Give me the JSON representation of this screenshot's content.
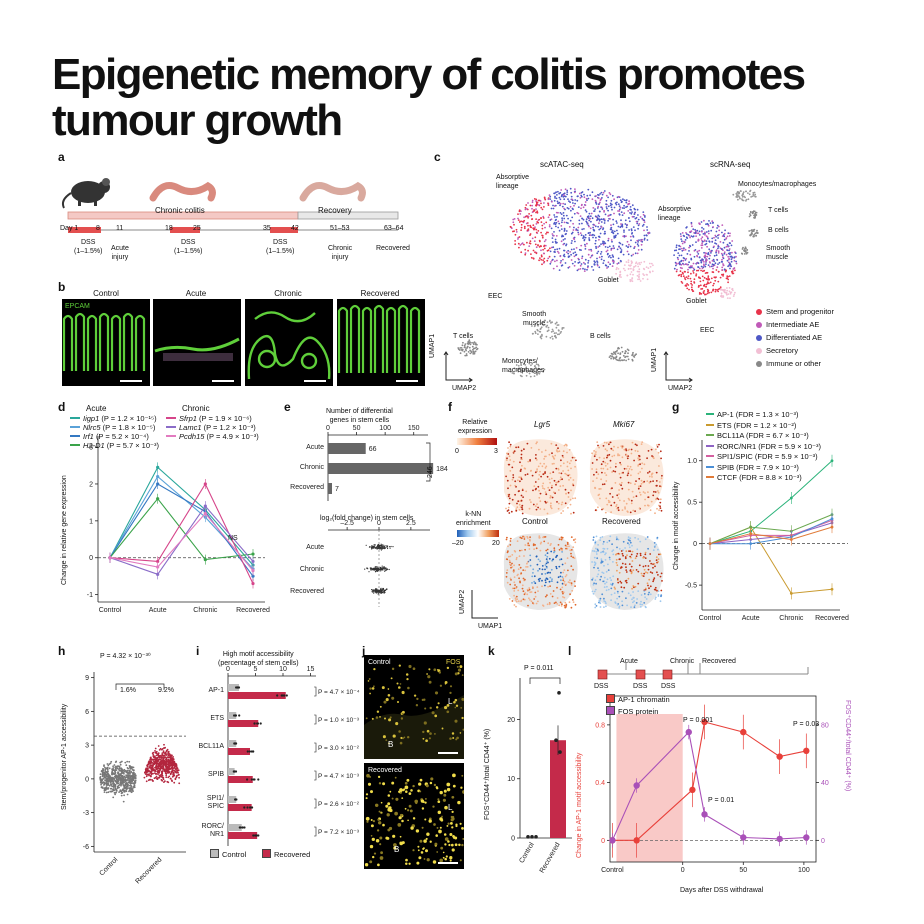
{
  "title": "Epigenetic memory of colitis promotes tumour growth",
  "panels": {
    "a": {
      "label": "a",
      "phases": [
        "Chronic colitis",
        "Recovery"
      ],
      "timeline": [
        {
          "day": "Day 1"
        },
        {
          "day": "8"
        },
        {
          "day": "11"
        },
        {
          "day": "18"
        },
        {
          "day": "25"
        },
        {
          "day": "35"
        },
        {
          "day": "42"
        },
        {
          "day": "51–53"
        },
        {
          "day": "63–64"
        }
      ],
      "events": [
        {
          "text": "DSS\n(1–1.5%)"
        },
        {
          "text": "Acute\ninjury"
        },
        {
          "text": "DSS\n(1–1.5%)"
        },
        {
          "text": "DSS\n(1–1.5%)"
        },
        {
          "text": "Chronic\ninjury"
        },
        {
          "text": "Recovered"
        }
      ]
    },
    "b": {
      "label": "b",
      "stain": "EPCAM",
      "conditions": [
        "Control",
        "Acute",
        "Chronic",
        "Recovered"
      ]
    },
    "c": {
      "label": "c",
      "left_title": "scATAC-seq",
      "right_title": "scRNA-seq",
      "left_labels": [
        "Absorptive\nlineage",
        "Goblet",
        "EEC",
        "Smooth\nmuscle",
        "T cells",
        "B cells",
        "Monocytes/\nmacrophages"
      ],
      "right_labels": [
        "Monocytes/macrophages",
        "T cells",
        "B cells",
        "Smooth\nmuscle",
        "Absorptive\nlineage",
        "Goblet",
        "EEC"
      ],
      "axis_y": "UMAP1",
      "axis_x": "UMAP2",
      "legend": [
        {
          "name": "Stem and progenitor",
          "color": "#e8334a"
        },
        {
          "name": "Intermediate AE",
          "color": "#c05ab8"
        },
        {
          "name": "Differentiated AE",
          "color": "#4e58c6"
        },
        {
          "name": "Secretory",
          "color": "#f2bfd4"
        },
        {
          "name": "Immune or other",
          "color": "#888888"
        }
      ]
    },
    "d": {
      "label": "d",
      "acute_header": "Acute",
      "chronic_header": "Chronic",
      "ns": "NS",
      "genes": [
        {
          "name": "Iigp1",
          "p": "(P = 1.2 × 10⁻¹⁵)",
          "color": "#2aa79b"
        },
        {
          "name": "Nlrc5",
          "p": "(P = 1.8 × 10⁻⁵)",
          "color": "#5aa2d8"
        },
        {
          "name": "Irf1",
          "p": "(P = 5.2 × 10⁻⁴)",
          "color": "#3478c2"
        },
        {
          "name": "H2-D1",
          "p": "(P = 5.7 × 10⁻³)",
          "color": "#3aa34a"
        },
        {
          "name": "Sfrp1",
          "p": "(P = 1.9 × 10⁻⁶)",
          "color": "#d6458a"
        },
        {
          "name": "Lamc1",
          "p": "(P = 1.2 × 10⁻³)",
          "color": "#8a6cc8"
        },
        {
          "name": "Pcdh15",
          "p": "(P = 4.9 × 10⁻³)",
          "color": "#e27bc0"
        }
      ]
    },
    "e": {
      "label": "e",
      "top_title": "Number of differential\ngenes in stem cells",
      "bottom_title": "log₂(fold change) in stem cells",
      "total": "246",
      "bottom_ticks": [
        "–2.5",
        "0",
        "2.5"
      ]
    },
    "f": {
      "label": "f",
      "expr_title": "Relative\nexpression",
      "expr_min": "0",
      "expr_max": "3",
      "gene1": "Lgr5",
      "gene2": "Mki67",
      "knn_title": "k-NN\nenrichment",
      "knn_min": "–20",
      "knn_max": "20",
      "cond1": "Control",
      "cond2": "Recovered",
      "axis_y": "UMAP2",
      "axis_x": "UMAP1"
    },
    "g": {
      "label": "g",
      "motifs": [
        {
          "name": "AP-1 (FDR = 1.3 × 10⁻³)",
          "color": "#2bb37a"
        },
        {
          "name": "ETS (FDR = 1.2 × 10⁻²)",
          "color": "#c99a2e"
        },
        {
          "name": "BCL11A (FDR = 6.7 × 10⁻³)",
          "color": "#6aa84f"
        },
        {
          "name": "RORC/NR1 (FDR = 5.9 × 10⁻³)",
          "color": "#8e63c4"
        },
        {
          "name": "SPI1/SPIC (FDR = 5.9 × 10⁻³)",
          "color": "#d45fa0"
        },
        {
          "name": "SPIB (FDR = 7.9 × 10⁻³)",
          "color": "#4b8fd6"
        },
        {
          "name": "CTCF (FDR = 8.8 × 10⁻³)",
          "color": "#e07b39"
        }
      ]
    },
    "h": {
      "label": "h",
      "pval": "P = 4.32 × 10⁻³⁰",
      "pct1": "1.6%",
      "pct2": "9.2%"
    },
    "i": {
      "label": "i",
      "title": "High motif accessibility\n(percentage of stem cells)",
      "rows": [
        {
          "name": "AP-1",
          "p": "P = 4.7 × 10⁻⁴"
        },
        {
          "name": "ETS",
          "p": "P = 1.0 × 10⁻³"
        },
        {
          "name": "BCL11A",
          "p": "P = 3.0 × 10⁻²"
        },
        {
          "name": "SPIB",
          "p": "P = 4.7 × 10⁻³"
        },
        {
          "name": "SPI1/\nSPIC",
          "p": "P = 2.6 × 10⁻²"
        },
        {
          "name": "RORC/\nNR1",
          "p": "P = 7.2 × 10⁻³"
        }
      ],
      "legend_control": "Control",
      "legend_recovered": "Recovered"
    },
    "j": {
      "label": "j",
      "stain": "FOS",
      "top": "Control",
      "bottom": "Recovered",
      "marks_top": [
        "L",
        "B"
      ],
      "marks_bottom": [
        "L",
        "B"
      ]
    },
    "k": {
      "label": "k",
      "pval": "P = 0.011",
      "ylabel": "FOS⁺CD44⁺/total CD44⁺ (%)"
    },
    "l": {
      "label": "l",
      "schedule": [
        "Acute",
        "Chronic",
        "Recovered"
      ],
      "dss": [
        "DSS",
        "DSS",
        "DSS"
      ],
      "legend": [
        "AP-1 chromatin",
        "FOS protein"
      ],
      "pvals": [
        "P = 0.001",
        "P = 0.03",
        "P = 0.01"
      ],
      "ylabel_left": "Change in AP-1 motif accessibility",
      "ylabel_right": "FOS⁺CD44⁺/total CD44⁺ (%)",
      "xlabel": "Days after DSS withdrawal"
    }
  },
  "chart_data": [
    {
      "id": "d",
      "type": "line",
      "categories": [
        "Control",
        "Acute",
        "Chronic",
        "Recovered"
      ],
      "ylabel": "Change in relative gene expression",
      "ylim": [
        -1.2,
        3.3
      ],
      "yticks": [
        -1,
        0,
        1,
        2,
        3
      ],
      "series": [
        {
          "name": "Iigp1",
          "color": "#2aa79b",
          "values": [
            0,
            2.45,
            1.3,
            -0.2
          ]
        },
        {
          "name": "Nlrc5",
          "color": "#5aa2d8",
          "values": [
            0,
            2.2,
            1.1,
            -0.3
          ]
        },
        {
          "name": "Irf1",
          "color": "#3478c2",
          "values": [
            0,
            2.0,
            1.25,
            -0.5
          ]
        },
        {
          "name": "H2-D1",
          "color": "#3aa34a",
          "values": [
            0,
            1.6,
            -0.05,
            0.1
          ]
        },
        {
          "name": "Sfrp1",
          "color": "#d6458a",
          "values": [
            0,
            -0.1,
            2.0,
            -0.7
          ]
        },
        {
          "name": "Lamc1",
          "color": "#8a6cc8",
          "values": [
            0,
            -0.45,
            1.4,
            -0.1
          ]
        },
        {
          "name": "Pcdh15",
          "color": "#e27bc0",
          "values": [
            0,
            -0.25,
            1.2,
            -0.35
          ]
        }
      ]
    },
    {
      "id": "e",
      "type": "bar",
      "title": "Number of differential\ngenes in stem cells",
      "categories": [
        "Acute",
        "Chronic",
        "Recovered"
      ],
      "values": [
        66,
        184,
        7
      ],
      "xlim": [
        0,
        175
      ],
      "xticks": [
        0,
        50,
        100,
        150
      ]
    },
    {
      "id": "g",
      "type": "line",
      "categories": [
        "Control",
        "Acute",
        "Chronic",
        "Recovered"
      ],
      "ylabel": "Change in motif accessibility",
      "ylim": [
        -0.8,
        1.25
      ],
      "yticks": [
        -0.5,
        0,
        0.5,
        1.0
      ],
      "series": [
        {
          "name": "AP-1",
          "color": "#2bb37a",
          "values": [
            0,
            0.15,
            0.55,
            1.0
          ]
        },
        {
          "name": "ETS",
          "color": "#c99a2e",
          "values": [
            0,
            0.2,
            -0.6,
            -0.55
          ]
        },
        {
          "name": "BCL11A",
          "color": "#6aa84f",
          "values": [
            0,
            0.2,
            0.15,
            0.35
          ]
        },
        {
          "name": "RORC/NR1",
          "color": "#8e63c4",
          "values": [
            0,
            0.05,
            0.1,
            0.25
          ]
        },
        {
          "name": "SPI1/SPIC",
          "color": "#d45fa0",
          "values": [
            0,
            0.1,
            0.1,
            0.28
          ]
        },
        {
          "name": "SPIB",
          "color": "#4b8fd6",
          "values": [
            0,
            0.0,
            0.08,
            0.3
          ]
        },
        {
          "name": "CTCF",
          "color": "#e07b39",
          "values": [
            0,
            0.12,
            0.05,
            0.2
          ]
        }
      ]
    },
    {
      "id": "h",
      "type": "scatter",
      "categories": [
        "Control",
        "Recovered"
      ],
      "ylabel": "Stem/progenitor AP-1 accessibility",
      "ylim": [
        -6.5,
        9.5
      ],
      "yticks": [
        -6,
        -3,
        0,
        3,
        6,
        9
      ]
    },
    {
      "id": "i",
      "type": "bar",
      "categories": [
        "AP-1",
        "ETS",
        "BCL11A",
        "SPIB",
        "SPI1/SPIC",
        "RORC/NR1"
      ],
      "series": [
        {
          "name": "Control",
          "values": [
            2,
            1.5,
            1.5,
            1.2,
            1.5,
            2.5
          ]
        },
        {
          "name": "Recovered",
          "values": [
            10.5,
            5.5,
            4.0,
            4.5,
            4.3,
            5.3
          ]
        }
      ],
      "xlim": [
        0,
        16
      ],
      "xticks": [
        0,
        5,
        10,
        15
      ]
    },
    {
      "id": "k",
      "type": "bar",
      "categories": [
        "Control",
        "Recovered"
      ],
      "values": [
        0.3,
        16.5
      ],
      "ylim": [
        0,
        27
      ],
      "yticks": [
        0,
        10,
        20
      ]
    },
    {
      "id": "l",
      "type": "line",
      "xlabel": "Days after DSS withdrawal",
      "xticks": [
        0,
        50,
        100
      ],
      "ylim": [
        -0.15,
        1.0
      ],
      "yticks": [
        0,
        0.4,
        0.8
      ],
      "y2ticks": [
        0,
        40,
        80
      ],
      "series": [
        {
          "name": "AP-1 chromatin",
          "color": "#e8403a",
          "x": [
            -58,
            -38,
            8,
            18,
            50,
            80,
            102
          ],
          "y": [
            0,
            0,
            0.35,
            0.82,
            0.75,
            0.58,
            0.62
          ]
        },
        {
          "name": "FOS protein",
          "color": "#a950b8",
          "x": [
            -58,
            -38,
            5,
            18,
            50,
            80,
            102
          ],
          "y": [
            0,
            0.38,
            0.75,
            0.18,
            0.02,
            0.01,
            0.02
          ]
        }
      ]
    }
  ]
}
